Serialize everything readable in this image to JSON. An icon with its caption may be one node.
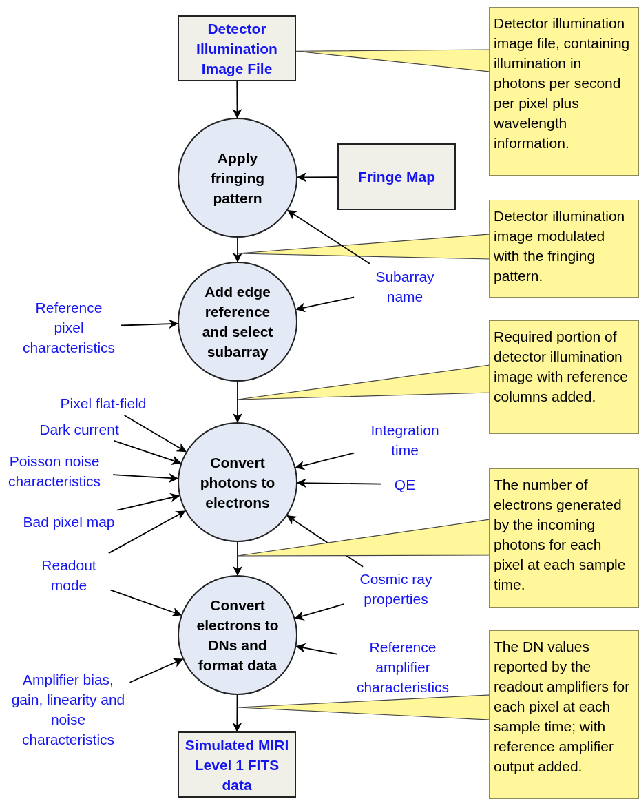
{
  "diagram": {
    "nodes": [
      {
        "text": [
          "Detector Illumination Image File"
        ]
      },
      {
        "text": [
          "Detector illumination image file, containing illumination in photons per second per pixel plus wavelength information."
        ]
      },
      {
        "text": [
          "Apply fringing pattern"
        ]
      },
      {
        "text": [
          "Fringe Map"
        ]
      },
      {
        "text": [
          "Detector illumination image modulated with the fringing pattern."
        ]
      },
      {
        "text": [
          "Subarray name"
        ]
      },
      {
        "text": [
          "Reference pixel characteristics"
        ]
      },
      {
        "text": [
          "Add edge reference and select subarray"
        ]
      },
      {
        "text": [
          "Required portion of detector illumination image with reference columns added."
        ]
      },
      {
        "text": [
          "Pixel flat-field"
        ]
      },
      {
        "text": [
          "Dark current"
        ]
      },
      {
        "text": [
          "Integration time"
        ]
      },
      {
        "text": [
          "Poisson noise characteristics"
        ]
      },
      {
        "text": [
          "Convert photons to electrons"
        ]
      },
      {
        "text": [
          "QE"
        ]
      },
      {
        "text": [
          "Bad pixel map"
        ]
      },
      {
        "text": [
          "The number of electrons generated by the incoming photons for each pixel at each sample time."
        ]
      },
      {
        "text": [
          "Readout mode"
        ]
      },
      {
        "text": [
          "Cosmic ray properties"
        ]
      },
      {
        "text": [
          "Convert electrons to DNs and format data"
        ]
      },
      {
        "text": [
          "Reference amplifier characteristics"
        ]
      },
      {
        "text": [
          "The DN values reported by the readout amplifiers for each pixel at each sample time; with reference amplifier output added."
        ]
      },
      {
        "text": [
          "Amplifier bias, gain, linearity and noise characteristics"
        ]
      },
      {
        "text": [
          "Simulated MIRI Level 1 FITS data"
        ]
      }
    ],
    "edges": [
      {
        "from": 0,
        "to": 2,
        "arrow": "to"
      },
      {
        "from": 1,
        "to": 0,
        "arrow": "to"
      },
      {
        "from": 3,
        "to": 2,
        "arrow": "to"
      },
      {
        "from": 2,
        "to": 7,
        "arrow": "to"
      },
      {
        "from": 4,
        "to": null,
        "arrow": "to"
      },
      {
        "from": 5,
        "to": 2,
        "arrow": "to"
      },
      {
        "from": 5,
        "to": 7,
        "arrow": "to"
      },
      {
        "from": 6,
        "to": 7,
        "arrow": "to"
      },
      {
        "from": 7,
        "to": 13,
        "arrow": "to"
      },
      {
        "from": 8,
        "to": null,
        "arrow": "to"
      },
      {
        "from": 9,
        "to": 13,
        "arrow": "to"
      },
      {
        "from": 10,
        "to": 13,
        "arrow": "to"
      },
      {
        "from": 11,
        "to": 13,
        "arrow": "to"
      },
      {
        "from": 12,
        "to": 13,
        "arrow": "to"
      },
      {
        "from": 14,
        "to": 13,
        "arrow": "to"
      },
      {
        "from": 15,
        "to": 13,
        "arrow": "to"
      },
      {
        "from": 17,
        "to": 13,
        "arrow": "to"
      },
      {
        "from": 18,
        "to": 13,
        "arrow": "to"
      },
      {
        "from": 13,
        "to": 19,
        "arrow": "to"
      },
      {
        "from": 16,
        "to": null,
        "arrow": "to"
      },
      {
        "from": 17,
        "to": 19,
        "arrow": "to"
      },
      {
        "from": 18,
        "to": 19,
        "arrow": "to"
      },
      {
        "from": 20,
        "to": 19,
        "arrow": "to"
      },
      {
        "from": 22,
        "to": 19,
        "arrow": "to"
      },
      {
        "from": 19,
        "to": 23,
        "arrow": "to"
      },
      {
        "from": 21,
        "to": null,
        "arrow": "to"
      }
    ]
  }
}
